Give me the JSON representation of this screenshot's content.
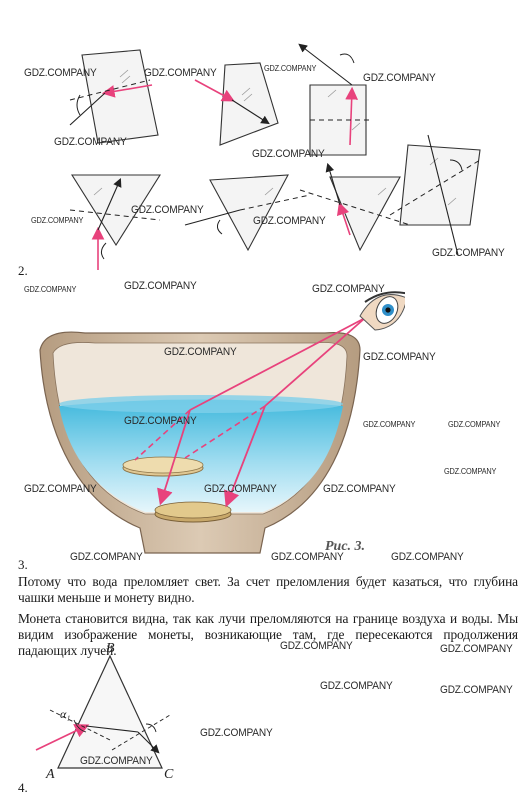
{
  "labels": {
    "num2": "2.",
    "num3": "3.",
    "num4": "4.",
    "caption": "Рис. 3.",
    "vertex_a": "A",
    "vertex_b": "B",
    "vertex_c": "C",
    "angle_a1": "α₁"
  },
  "answer3": {
    "p1": "Потому что вода преломляет свет. За счет преломления будет казаться, что глубина чашки меньше и монету видно.",
    "p2": "Монета становится видна, так как лучи преломляются на границе воздуха и воды. Мы видим изображение монеты, возникающие там, где пересекаются продолжения падающих лучей."
  },
  "watermark": "GDZ.COMPANY",
  "colors": {
    "ray": "#e8427c",
    "water_top": "#4fc3e0",
    "water_bottom": "#bfe9f6",
    "bowl": "#cdb8a0",
    "coin": "#d9c08a"
  }
}
